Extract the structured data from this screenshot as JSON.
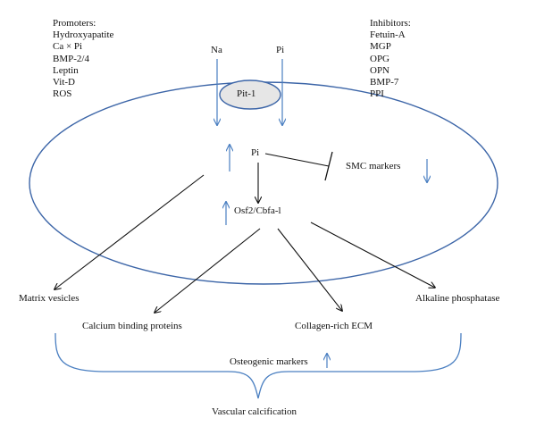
{
  "promoters": {
    "title": "Promoters:",
    "items": [
      "Hydroxyapatite",
      "Ca × Pi",
      "BMP-2/4",
      "Leptin",
      "Vit-D",
      "ROS"
    ]
  },
  "inhibitors": {
    "title": "Inhibitors:",
    "items": [
      "Fetuin-A",
      "MGP",
      "OPG",
      "OPN",
      "BMP-7",
      "PPI"
    ]
  },
  "transporter": {
    "na": "Na",
    "pi": "Pi",
    "channel": "Pit-1"
  },
  "nodes": {
    "pi": "Pi",
    "smc_markers": "SMC markers",
    "osf2": "Osf2/Cbfa-l",
    "matrix_vesicles": "Matrix vesicles",
    "calcium_binding": "Calcium binding proteins",
    "collagen_ecm": "Collagen-rich ECM",
    "alkaline_phosphatase": "Alkaline phosphatase",
    "osteogenic_markers": "Osteogenic markers",
    "vascular_calcification": "Vascular calcification"
  },
  "colors": {
    "accent_blue": "#4a7fc1",
    "line": "#111111",
    "channel_fill": "#e6e6e6"
  }
}
